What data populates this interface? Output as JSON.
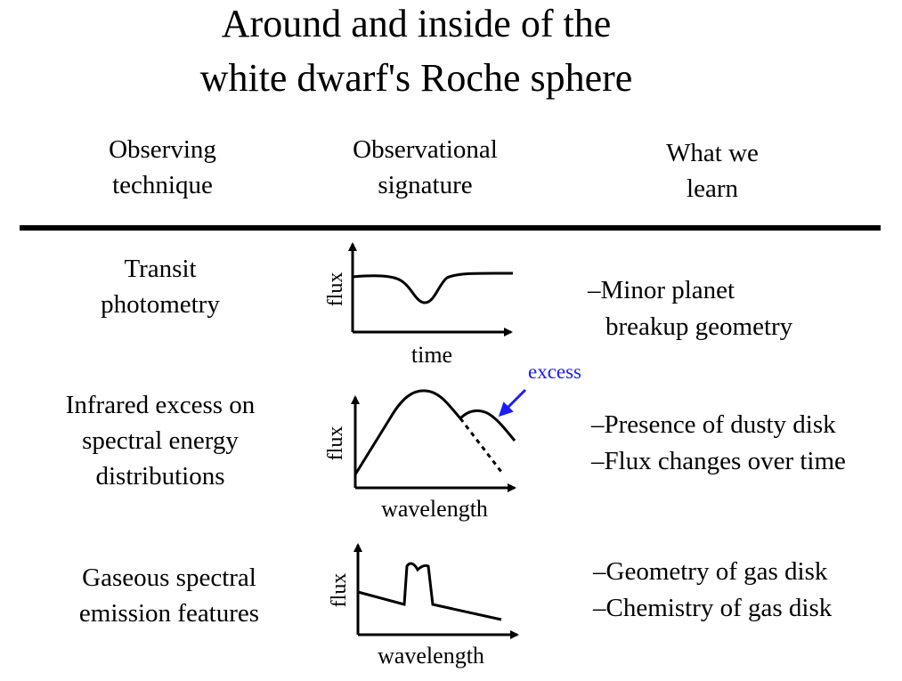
{
  "title": {
    "line1": "Around and inside of the",
    "line2": "white dwarf's Roche sphere"
  },
  "headers": {
    "technique": [
      "Observing",
      "technique"
    ],
    "signature": [
      "Observational",
      "signature"
    ],
    "learn": [
      "What we",
      "learn"
    ]
  },
  "rows": [
    {
      "technique": [
        "Transit",
        "photometry"
      ],
      "plot": {
        "ylabel": "flux",
        "xlabel": "time"
      },
      "learn": [
        "–Minor planet",
        "breakup geometry"
      ]
    },
    {
      "technique": [
        "Infrared excess on",
        "spectral energy",
        "distributions"
      ],
      "plot": {
        "ylabel": "flux",
        "xlabel": "wavelength",
        "annotation": "excess"
      },
      "learn": [
        "–Presence of dusty disk",
        "–Flux changes over time"
      ]
    },
    {
      "technique": [
        "Gaseous spectral",
        "emission features"
      ],
      "plot": {
        "ylabel": "flux",
        "xlabel": "wavelength"
      },
      "learn": [
        "–Geometry of gas disk",
        "–Chemistry of gas disk"
      ]
    }
  ],
  "colors": {
    "annotation": "#1a1aff",
    "ink": "#000000"
  }
}
